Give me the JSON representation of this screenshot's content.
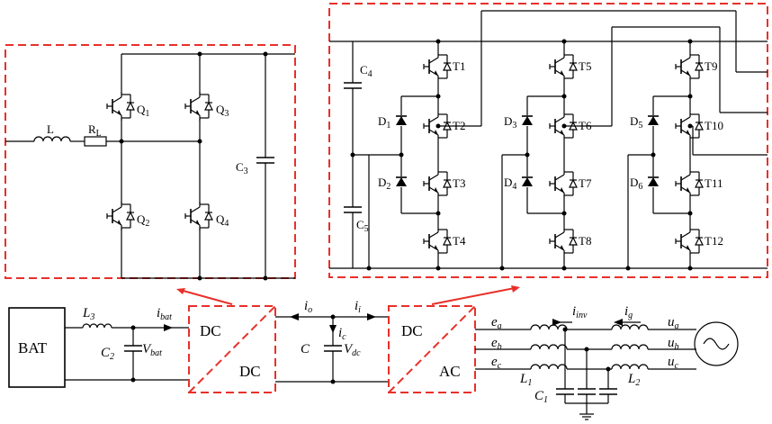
{
  "boost": {
    "inductor": "L",
    "resistor": "R",
    "resistor_sub": "L",
    "switches": [
      "Q",
      "Q",
      "Q",
      "Q"
    ],
    "switch_subs": [
      "1",
      "3",
      "2",
      "4"
    ],
    "capacitor": "C",
    "capacitor_sub": "3"
  },
  "inverter": {
    "caps": [
      "C",
      "C"
    ],
    "cap_subs": [
      "4",
      "5"
    ],
    "switches": [
      "T1",
      "T2",
      "T3",
      "T4",
      "T5",
      "T6",
      "T7",
      "T8",
      "T9",
      "T10",
      "T11",
      "T12"
    ],
    "diodes": [
      "D",
      "D",
      "D",
      "D",
      "D",
      "D"
    ],
    "diode_subs": [
      "1",
      "2",
      "3",
      "4",
      "5",
      "6"
    ]
  },
  "system": {
    "bat": "BAT",
    "l3": "L",
    "l3_sub": "3",
    "ibat": "i",
    "ibat_sub": "bat",
    "c2": "C",
    "c2_sub": "2",
    "vbat": "V",
    "vbat_sub": "bat",
    "dcdc_in": "DC",
    "dcdc_out": "DC",
    "io": "i",
    "io_sub": "o",
    "ii": "i",
    "ii_sub": "i",
    "ic": "i",
    "ic_sub": "c",
    "c": "C",
    "vdc": "V",
    "vdc_sub": "dc",
    "dcac_in": "DC",
    "dcac_out": "AC",
    "ea": "e",
    "ea_sub": "a",
    "eb": "e",
    "eb_sub": "b",
    "ec": "e",
    "ec_sub": "c",
    "l1": "L",
    "l1_sub": "1",
    "c1": "C",
    "c1_sub": "1",
    "iinv": "i",
    "iinv_sub": "inv",
    "ig": "i",
    "ig_sub": "g",
    "l2": "L",
    "l2_sub": "2",
    "ua": "u",
    "ua_sub": "a",
    "ub": "u",
    "ub_sub": "b",
    "uc": "u",
    "uc_sub": "c"
  }
}
